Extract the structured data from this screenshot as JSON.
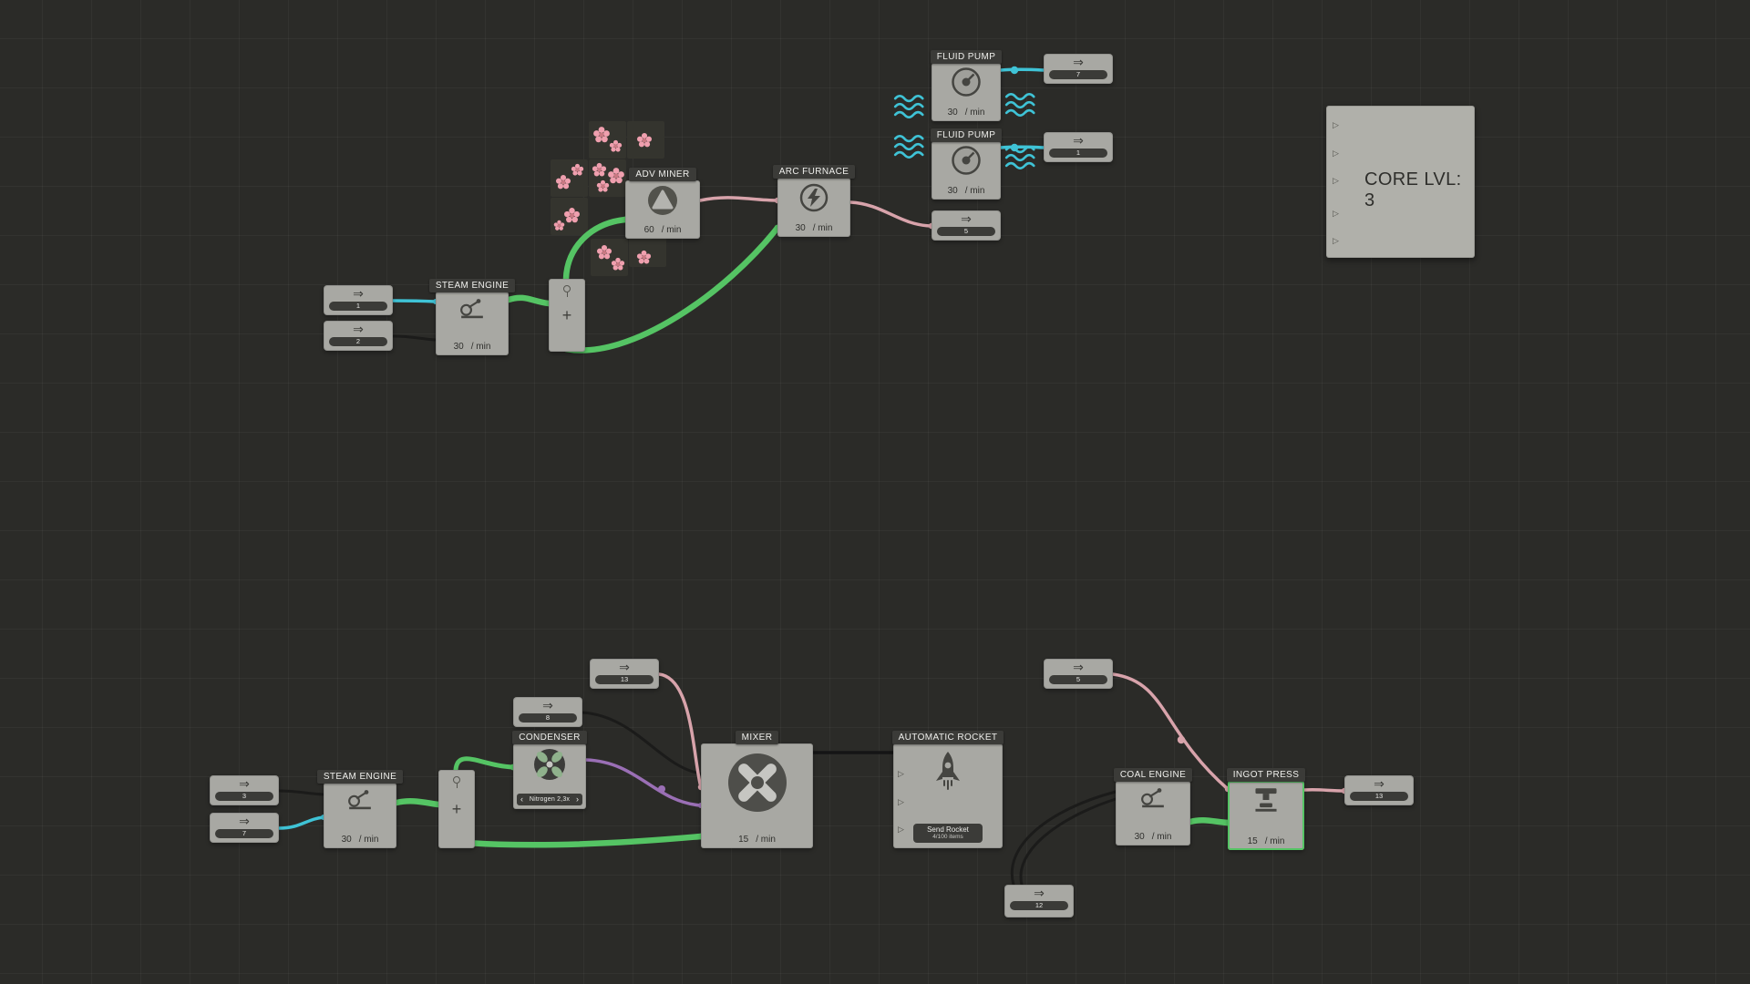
{
  "core_panel": {
    "title": "CORE LVL: 3"
  },
  "icons": {
    "arrow": "⇒",
    "port": "▷",
    "plus": "+",
    "chevron_left": "‹",
    "chevron_right": "›"
  },
  "machines": {
    "adv_miner": {
      "label": "ADV MINER",
      "rate": "60",
      "unit": "/ min"
    },
    "arc_furnace": {
      "label": "ARC FURNACE",
      "rate": "30",
      "unit": "/ min"
    },
    "fluid_pump_1": {
      "label": "FLUID PUMP",
      "rate": "30",
      "unit": "/ min"
    },
    "fluid_pump_2": {
      "label": "FLUID PUMP",
      "rate": "30",
      "unit": "/ min"
    },
    "steam_engine_top": {
      "label": "STEAM ENGINE",
      "rate": "30",
      "unit": "/ min"
    },
    "steam_engine_bottom": {
      "label": "STEAM ENGINE",
      "rate": "30",
      "unit": "/ min"
    },
    "coal_engine": {
      "label": "COAL ENGINE",
      "rate": "30",
      "unit": "/ min"
    },
    "ingot_press": {
      "label": "INGOT PRESS",
      "rate": "15",
      "unit": "/ min"
    },
    "mixer": {
      "label": "MIXER",
      "rate": "15",
      "unit": "/ min"
    },
    "condenser": {
      "label": "CONDENSER",
      "option": "Nitrogen 2,3x"
    },
    "rocket": {
      "label": "AUTOMATIC ROCKET",
      "button_title": "Send Rocket",
      "button_sub": "4/100 items"
    }
  },
  "counters": {
    "top_in_1": "1",
    "top_in_2": "2",
    "furnace_out": "5",
    "pump1_out": "7",
    "pump2_out": "1",
    "bottom_in_3": "3",
    "bottom_in_7": "7",
    "condenser_in": "8",
    "mixer_in": "13",
    "press_in": "5",
    "coal_in": "12",
    "press_out": "13"
  },
  "colors": {
    "background": "#2b2b28",
    "node_body": "#a8a8a3",
    "node_header": "#3b3b38",
    "wire_green": "#55c464",
    "wire_rose": "#d8a3ab",
    "wire_cyan": "#3fc3d6",
    "wire_purple": "#9a6fb5"
  }
}
